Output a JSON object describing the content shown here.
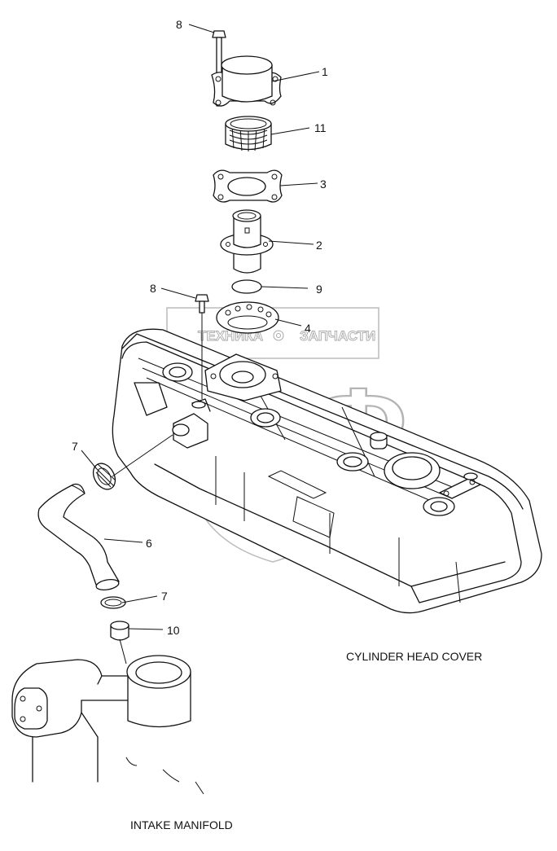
{
  "labels": {
    "c8a": "8",
    "c1": "1",
    "c11": "11",
    "c3": "3",
    "c2": "2",
    "c8b": "8",
    "c9": "9",
    "c4": "4",
    "c7a": "7",
    "c6": "6",
    "c7b": "7",
    "c10": "10"
  },
  "captions": {
    "cylinder_head_cover": "CYLINDER HEAD COVER",
    "intake_manifold": "INTAKE MANIFOLD"
  },
  "watermark": {
    "brand_left": "ТЕХНИКА",
    "brand_right": "ЗАПЧАСТИ",
    "logo": "ЭПФ"
  }
}
